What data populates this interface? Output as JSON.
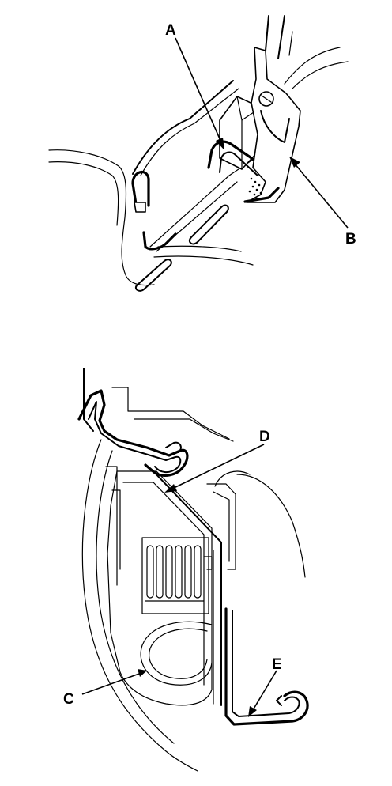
{
  "callouts": {
    "a": "A",
    "b": "B",
    "c": "C",
    "d": "D",
    "e": "E"
  },
  "colors": {
    "ink": "#000000",
    "paper": "#ffffff"
  }
}
